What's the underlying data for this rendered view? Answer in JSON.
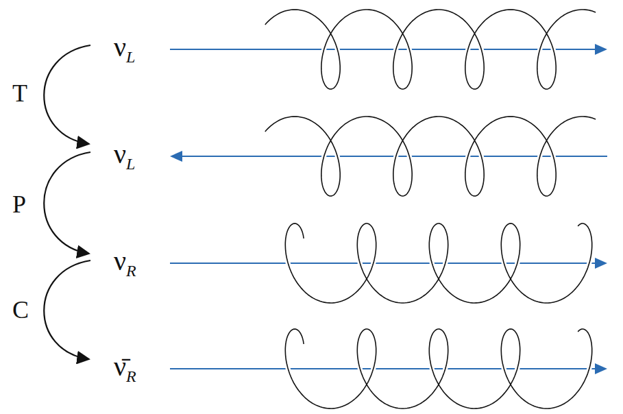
{
  "diagram": {
    "labels": [
      "νL",
      "νL",
      "νR",
      "ν̄R",
      "T",
      "P",
      "C"
    ]
  }
}
